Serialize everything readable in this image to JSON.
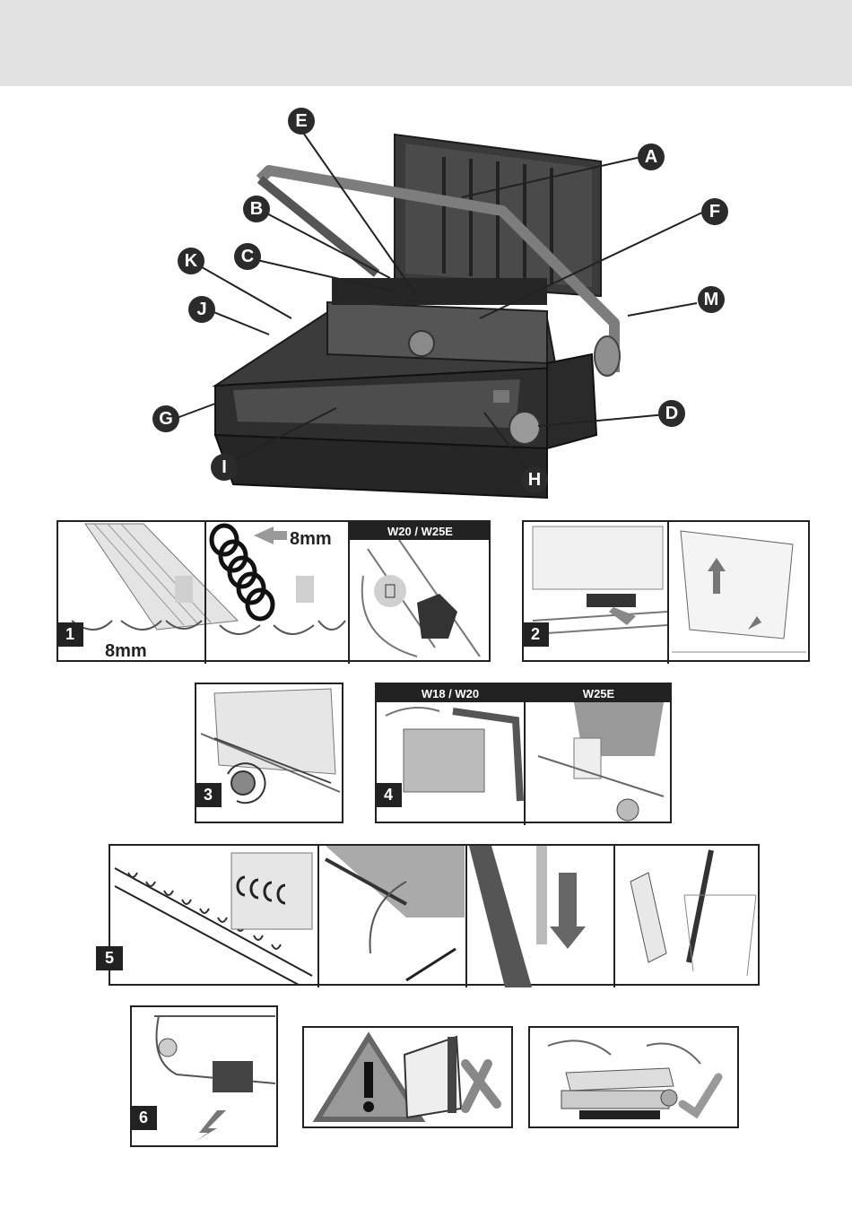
{
  "callouts": {
    "a": "A",
    "b": "B",
    "c": "C",
    "d": "D",
    "e": "E",
    "f": "F",
    "g": "G",
    "h": "H",
    "i": "I",
    "j": "J",
    "k": "K",
    "m": "M"
  },
  "steps": {
    "s1": {
      "number": "1",
      "label_size_bottom": "8mm",
      "label_size_top": "8mm",
      "header": "W20 / W25E"
    },
    "s2": {
      "number": "2"
    },
    "s3": {
      "number": "3"
    },
    "s4": {
      "number": "4",
      "header_left": "W18 / W20",
      "header_right": "W25E"
    },
    "s5": {
      "number": "5"
    },
    "s6": {
      "number": "6"
    }
  },
  "colors": {
    "topbar": "#e2e2e2",
    "machine": "#2e2e2e",
    "accent_grey": "#9a9a9a",
    "callout_bg": "#2b2b2b"
  },
  "icons": [
    "warning-icon",
    "arrow-icon",
    "cross-mark-icon"
  ]
}
